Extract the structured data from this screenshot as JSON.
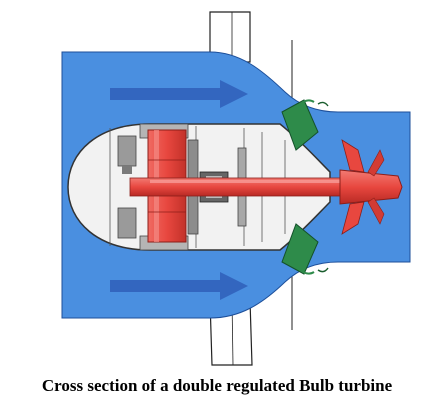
{
  "caption": "Cross section of a double regulated Bulb turbine",
  "colors": {
    "water": "#4a8fe0",
    "flow_arrow": "#2f5fb8",
    "concrete": "#ffffff",
    "casing_line": "#222222",
    "rotor": "#e8473f",
    "rotor_dark": "#b82a24",
    "guide_vanes": "#2e8b4a",
    "machinery": "#9a9a9a"
  },
  "icons": {
    "flow_arrow": "arrow-right",
    "rotor": "generator-rotor",
    "runner": "kaplan-runner"
  }
}
